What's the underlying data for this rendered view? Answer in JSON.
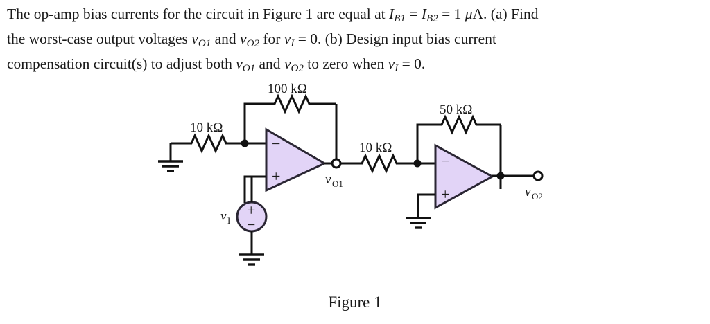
{
  "problem": {
    "lines": [
      {
        "justify": true,
        "segments": [
          {
            "t": "The op-amp bias currents for the circuit in Figure 1 are equal at "
          },
          {
            "t": "I",
            "style": "italic"
          },
          {
            "t": "B1",
            "style": "sub-italic"
          },
          {
            "t": " = "
          },
          {
            "t": "I",
            "style": "italic"
          },
          {
            "t": "B2",
            "style": "sub-italic"
          },
          {
            "t": " = 1 "
          },
          {
            "t": "μ",
            "style": "italic"
          },
          {
            "t": "A. (a) Find"
          }
        ]
      },
      {
        "justify": true,
        "segments": [
          {
            "t": "the worst-case output voltages "
          },
          {
            "t": "v",
            "style": "italic"
          },
          {
            "t": "O1",
            "style": "sub-italic"
          },
          {
            "t": " and "
          },
          {
            "t": "v",
            "style": "italic"
          },
          {
            "t": "O2",
            "style": "sub-italic"
          },
          {
            "t": " for "
          },
          {
            "t": "v",
            "style": "italic"
          },
          {
            "t": "I",
            "style": "sub-italic"
          },
          {
            "t": " = 0. (b) Design input bias current"
          }
        ]
      },
      {
        "justify": false,
        "segments": [
          {
            "t": "compensation circuit(s) to adjust both "
          },
          {
            "t": "v",
            "style": "italic"
          },
          {
            "t": "O1",
            "style": "sub-italic"
          },
          {
            "t": " and "
          },
          {
            "t": "v",
            "style": "italic"
          },
          {
            "t": "O2",
            "style": "sub-italic"
          },
          {
            "t": " to zero when "
          },
          {
            "t": "v",
            "style": "italic"
          },
          {
            "t": "I",
            "style": "sub-italic"
          },
          {
            "t": " = 0."
          }
        ]
      }
    ],
    "full_text": "The op-amp bias currents for the circuit in Figure 1 are equal at IB1 = IB2 = 1 μA. (a) Find the worst-case output voltages vO1 and vO2 for vI = 0. (b) Design input bias current compensation circuit(s) to adjust both vO1 and vO2 to zero when vI = 0."
  },
  "figure": {
    "caption": "Figure 1",
    "colors": {
      "opamp_fill": "#E2D4F7",
      "opamp_stroke": "#2a2633",
      "wire": "#111111",
      "text": "#1a1a1a"
    },
    "components": {
      "r_input1": {
        "label": "10 kΩ",
        "value": "10",
        "unit": "kΩ"
      },
      "r_feedback1": {
        "label": "100 kΩ",
        "value": "100",
        "unit": "kΩ"
      },
      "r_input2": {
        "label": "10 kΩ",
        "value": "10",
        "unit": "kΩ"
      },
      "r_feedback2": {
        "label": "50 kΩ",
        "value": "50",
        "unit": "kΩ"
      },
      "source": {
        "label_v": "v",
        "label_sub": "I",
        "plus": "+",
        "minus": "−"
      },
      "opamp1": {
        "inverting": "−",
        "noninverting": "+",
        "output_v": "v",
        "output_sub": "O1"
      },
      "opamp2": {
        "inverting": "−",
        "noninverting": "+",
        "output_v": "v",
        "output_sub": "O2"
      }
    }
  }
}
